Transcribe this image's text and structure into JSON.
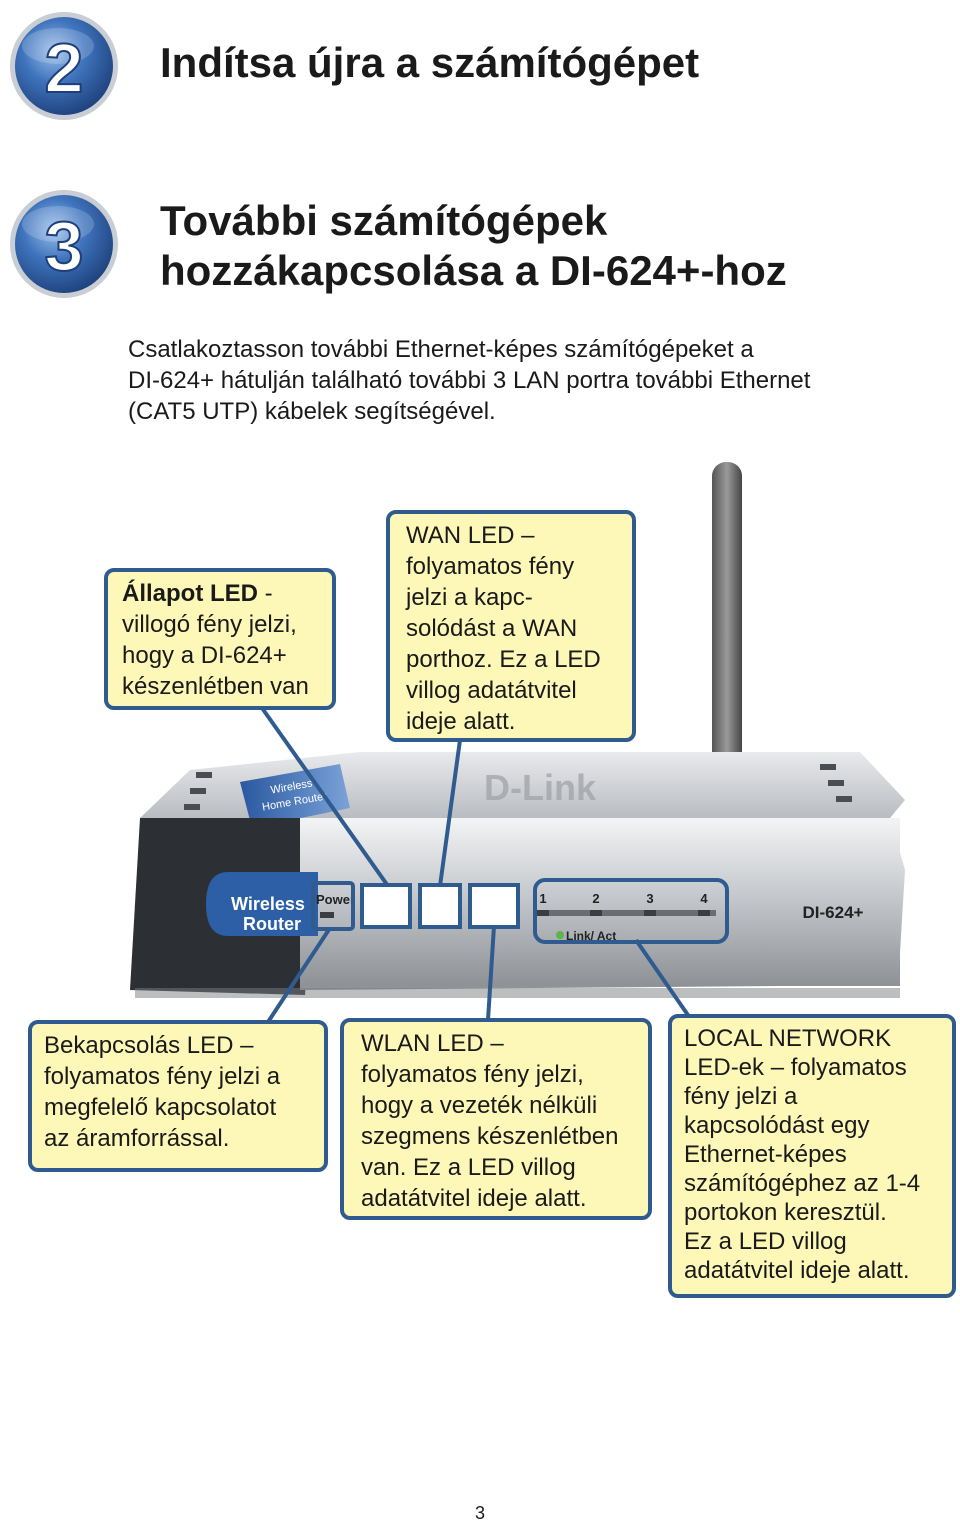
{
  "steps": [
    {
      "number": "2",
      "title_lines": [
        "Indítsa újra a számítógépet"
      ]
    },
    {
      "number": "3",
      "title_lines": [
        "További számítógépek",
        "hozzákapcsolása a DI-624+-hoz"
      ]
    }
  ],
  "intro_lines": [
    "Csatlakoztasson további Ethernet-képes számítógépeket a",
    "DI-624+ hátulján található további 3 LAN portra további Ethernet",
    "(CAT5 UTP) kábelek segítségével."
  ],
  "router": {
    "badge_line1": "Wireless",
    "badge_line2": "Router",
    "power_label": "Power",
    "port_numbers": [
      "1",
      "2",
      "3",
      "4"
    ],
    "link_act_label": "Link/ Act",
    "model": "DI-624+",
    "brand": "D-Link",
    "top_label_line1": "Wireless",
    "top_label_line2": "Home Router"
  },
  "callouts": {
    "status": {
      "lead": "Állapot LED",
      "rest_first": " -",
      "lines": [
        "villogó fény jelzi,",
        "hogy a DI-624+",
        "készenlétben van"
      ]
    },
    "wan": {
      "lines": [
        "WAN LED –",
        "folyamatos fény",
        "jelzi a kapc-",
        "solódást a WAN",
        "porthoz. Ez a LED",
        "villog adatátvitel",
        "ideje alatt."
      ]
    },
    "power": {
      "lines": [
        "Bekapcsolás LED –",
        "folyamatos fény jelzi a",
        "megfelelő kapcsolatot",
        "az áramforrással."
      ]
    },
    "wlan": {
      "lines": [
        "WLAN LED –",
        "folyamatos fény jelzi,",
        "hogy a vezeték nélküli",
        "szegmens készenlétben",
        "van. Ez a LED villog",
        "adatátvitel ideje alatt."
      ]
    },
    "local": {
      "lines": [
        "LOCAL NETWORK",
        "LED-ek – folyamatos",
        "fény jelzi a",
        "kapcsolódást egy",
        "Ethernet-képes",
        "számítógéphez az 1-4",
        "portokon keresztül.",
        "Ez a LED villog",
        "adatátvitel ideje alatt."
      ]
    }
  },
  "page_number": "3",
  "colors": {
    "callout_bg": "#fdf8b8",
    "callout_border": "#2f5b8f",
    "badge_blue": "#2d5fa6"
  }
}
